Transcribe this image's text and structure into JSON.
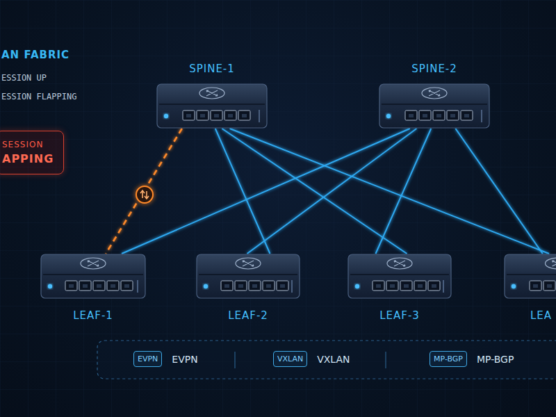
{
  "diagram": {
    "title": "AN FABRIC",
    "nodes": [
      {
        "text": [
          "SESSION",
          "APPING"
        ]
      },
      {
        "text": [
          "SPINE-1"
        ]
      },
      {
        "text": [
          "SPINE-2"
        ]
      },
      {
        "text": [
          "LEAF-1"
        ]
      },
      {
        "text": [
          "LEAF-2"
        ]
      },
      {
        "text": [
          "LEAF-3"
        ]
      },
      {
        "text": [
          "LEA"
        ]
      },
      {
        "text": [
          "EVPN",
          "EVPN"
        ]
      },
      {
        "text": [
          "VXLAN",
          "VXLAN"
        ]
      },
      {
        "text": [
          "MP-BGP",
          "MP-BGP"
        ]
      }
    ],
    "edges": [
      {
        "from": 1,
        "to": 3,
        "arrow": "none"
      },
      {
        "from": 1,
        "to": 4,
        "arrow": "none"
      },
      {
        "from": 1,
        "to": 5,
        "arrow": "none"
      },
      {
        "from": 1,
        "to": 6,
        "arrow": "none"
      },
      {
        "from": 2,
        "to": 3,
        "arrow": "none"
      },
      {
        "from": 2,
        "to": 4,
        "arrow": "none"
      },
      {
        "from": 2,
        "to": 5,
        "arrow": "none"
      },
      {
        "from": 2,
        "to": 6,
        "arrow": "none"
      }
    ],
    "labels": [
      "ESSION UP",
      "ESSION FLAPPING"
    ]
  }
}
